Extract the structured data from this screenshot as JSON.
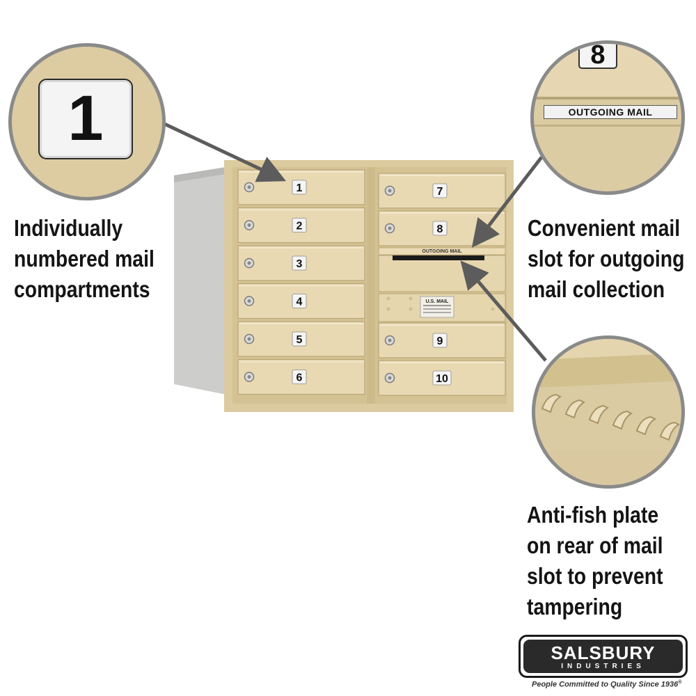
{
  "callouts": {
    "numbered": {
      "caption": [
        "Individually",
        "numbered mail",
        "compartments"
      ],
      "zoom_number": "1"
    },
    "outgoing": {
      "caption": [
        "Convenient mail",
        "slot for outgoing",
        "mail collection"
      ],
      "zoom_number": "8",
      "zoom_label": "OUTGOING MAIL"
    },
    "antifish": {
      "caption": [
        "Anti-fish plate",
        "on rear of mail",
        "slot to prevent",
        "tampering"
      ]
    }
  },
  "mailbox": {
    "left_doors": [
      "1",
      "2",
      "3",
      "4",
      "5",
      "6"
    ],
    "right_top_doors": [
      "7",
      "8"
    ],
    "right_bottom_doors": [
      "9",
      "10"
    ],
    "slot_label": "OUTGOING MAIL",
    "usps_plate_title": "U.S. MAIL"
  },
  "brand": {
    "name": "SALSBURY",
    "sub": "INDUSTRIES",
    "tagline": "People Committed to Quality Since 1936",
    "trademark": "®"
  },
  "colors": {
    "body": "#e2d2aa",
    "door": "#e8d9b3",
    "side_panel": "#c8c8c6",
    "arrow": "#5a5a5a"
  }
}
